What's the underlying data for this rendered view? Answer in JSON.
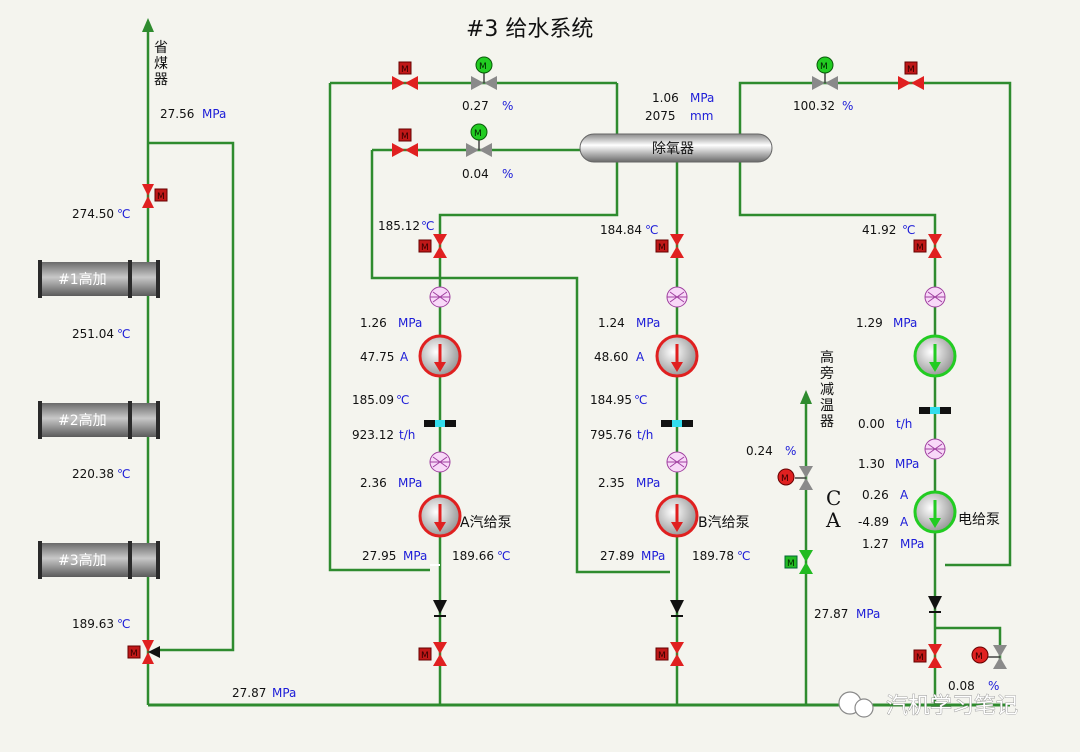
{
  "title": "#3  给水系统",
  "labels": {
    "economizer": "省煤器",
    "deaerator": "除氧器",
    "hp1": "#1高加",
    "hp2": "#2高加",
    "hp3": "#3高加",
    "pumpA": "A汽给泵",
    "pumpB": "B汽给泵",
    "pumpE": "电给泵",
    "bypass": "高旁减温器",
    "ca": "CA",
    "valve_m": "M",
    "watermark": "汽机学习笔记"
  },
  "units": {
    "mpa": "MPa",
    "degc": "℃",
    "pct": "%",
    "amp": "A",
    "flow": "t/h",
    "mm": "mm"
  },
  "readings": {
    "eco_press": "27.56",
    "t_after_hp1": "274.50",
    "t_hp1_hp2": "251.04",
    "t_hp2_hp3": "220.38",
    "t_before_hp3": "189.63",
    "header_press": "27.87",
    "valve1_pct": "0.27",
    "valve2_pct": "0.04",
    "valve3_pct": "100.32",
    "dea_press": "1.06",
    "dea_level": "2075",
    "A_inlet_temp": "185.12",
    "A_booster_press": "1.26",
    "A_current": "47.75",
    "A_temp2": "185.09",
    "A_flow": "923.12",
    "A_press2": "2.36",
    "A_out_press": "27.95",
    "A_out_temp": "189.66",
    "B_inlet_temp": "184.84",
    "B_booster_press": "1.24",
    "B_current": "48.60",
    "B_temp2": "184.95",
    "B_flow": "795.76",
    "B_press2": "2.35",
    "B_out_press": "27.89",
    "B_out_temp": "189.78",
    "E_inlet_temp": "41.92",
    "E_booster_press": "1.29",
    "E_flow": "0.00",
    "E_press2": "1.30",
    "E_current1": "0.26",
    "E_current2": "-4.89",
    "E_out_press": "1.27",
    "bypass_pct": "0.24",
    "bypass_press": "27.87",
    "E_recirc_pct": "0.08"
  },
  "colors": {
    "pipe": "#2e8b2e",
    "valve_closed": "#e02020",
    "valve_open": "#22bb22",
    "pump_running": "#e02020",
    "pump_stopped": "#22bb22",
    "unit_text": "#1c1cd8",
    "heater_body": "#909090"
  }
}
